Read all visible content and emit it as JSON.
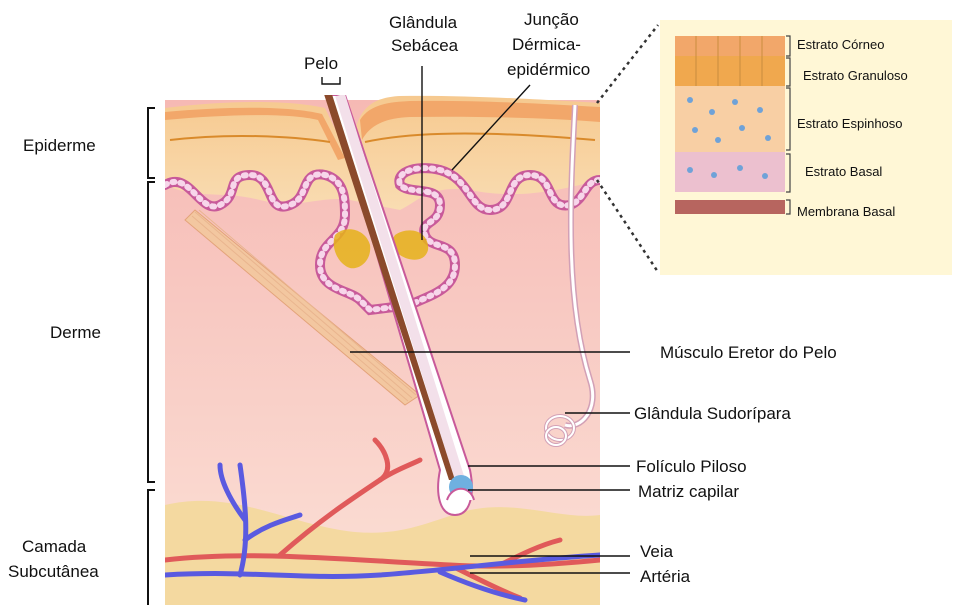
{
  "labels": {
    "pelo": "Pelo",
    "glandula_sebacea": [
      "Glândula",
      "Sebácea"
    ],
    "juncao": [
      "Junção",
      "Dérmica-",
      "epidérmico"
    ],
    "epiderme": "Epiderme",
    "derme": "Derme",
    "camada_subcutanea": [
      "Camada",
      "Subcutânea"
    ],
    "musculo_eretor": "Músculo Eretor do Pelo",
    "glandula_sudoripara": "Glândula Sudorípara",
    "foliculo_piloso": "Folículo Piloso",
    "matriz_capilar": "Matriz capilar",
    "veia": "Veia",
    "arteria": "Artéria"
  },
  "inset_labels": {
    "estrato_corneo": "Estrato Córneo",
    "estrato_granuloso": "Estrato Granuloso",
    "estrato_espinhoso": "Estrato Espinhoso",
    "estrato_basal": "Estrato Basal",
    "membrana_basal": "Membrana Basal"
  },
  "colors": {
    "epidermis": "#f6d3a6",
    "stratum_corneum": "#f2a76a",
    "dermis": "#f7c6c0",
    "subcutaneous": "#f4d9a0",
    "hair": "#8b4a2b",
    "artery": "#e05a5a",
    "vein": "#5a5ae0",
    "sebaceous": "#e5b21a",
    "inset_bg": "#fff7d6"
  }
}
